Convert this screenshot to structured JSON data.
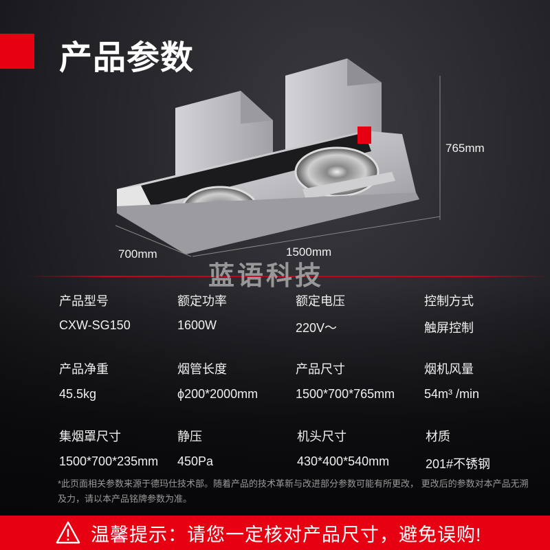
{
  "header": {
    "title": "产品参数",
    "accent_color": "#e60012"
  },
  "product_image": {
    "alt": "双电机侧吸式不锈钢油烟机",
    "dimensions": {
      "height": "765mm",
      "depth": "700mm",
      "width": "1500mm"
    }
  },
  "watermark": "蓝语科技",
  "specs": [
    {
      "label": "产品型号",
      "value": "CXW-SG150"
    },
    {
      "label": "额定功率",
      "value": "1600W"
    },
    {
      "label": "额定电压",
      "value": "220V～"
    },
    {
      "label": "控制方式",
      "value": "触屏控制"
    },
    {
      "label": "产品净重",
      "value": "45.5kg"
    },
    {
      "label": "烟管长度",
      "value": "ϕ200*2000mm"
    },
    {
      "label": "产品尺寸",
      "value": "1500*700*765mm"
    },
    {
      "label": "烟机风量",
      "value": "54m³ /min"
    },
    {
      "label": "集烟罩尺寸",
      "value": "1500*700*235mm"
    },
    {
      "label": "静压",
      "value": "450Pa"
    },
    {
      "label": "机头尺寸",
      "value": "430*400*540mm"
    },
    {
      "label": "材质",
      "value": "201#不锈钢"
    }
  ],
  "note": "*此页面相关参数来源于德玛仕技术部。随着产品的技术革新与改进部分参数可能有所更改， 更改后的参数对本产品无溯及力，请以本产品铭牌参数为准。",
  "banner": {
    "icon": "warning-icon",
    "text": "温馨提示：请您一定核对产品尺寸，避免误购!",
    "color": "#e60012"
  }
}
